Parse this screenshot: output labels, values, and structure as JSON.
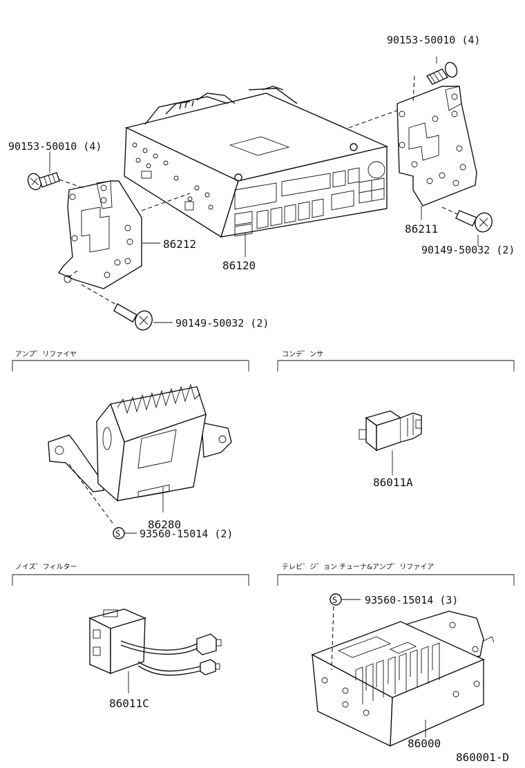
{
  "sections": {
    "amplifier": "アンプ゛リファイヤ",
    "condenser": "コンデ゛ンサ",
    "noise_filter": "ノイズ゛フィルター",
    "tv_tuner_amp": "テレビ゛ジ゛ョン チューナ&アンプ゛リファイア"
  },
  "labels": {
    "screw_top_right": "90153-50010 (4)",
    "screw_top_left": "90153-50010 (4)",
    "bracket_right": "86211",
    "screw_bottom_right": "90149-50032 (2)",
    "bracket_left": "86212",
    "radio": "86120",
    "screw_bottom_left": "90149-50032 (2)",
    "amplifier": "86280",
    "amp_screw": "93560-15014 (2)",
    "condenser": "86011A",
    "noise_filter": "86011C",
    "tv_screw": "93560-15014 (3)",
    "tv_unit": "86000",
    "diagram_code": "860001-D"
  },
  "symbols": {
    "standard_part": "S"
  }
}
